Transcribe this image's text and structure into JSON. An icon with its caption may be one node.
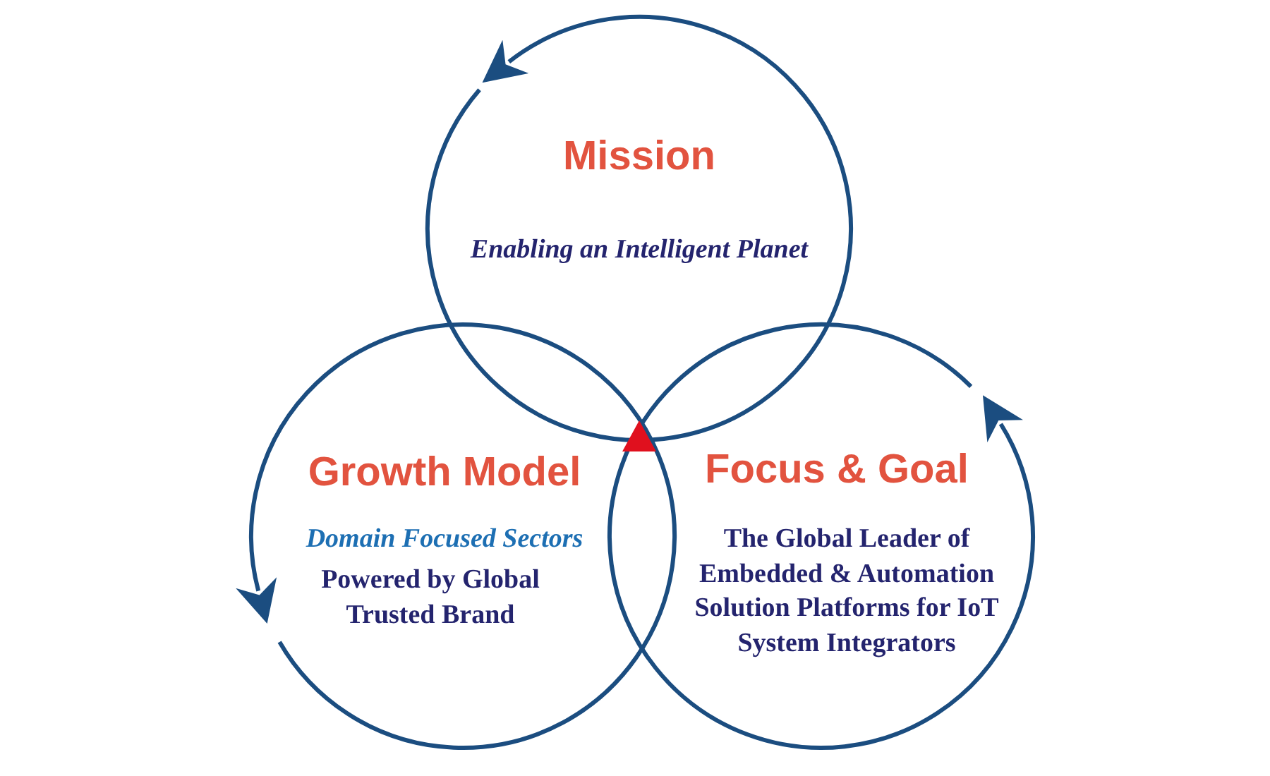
{
  "diagram": {
    "nodes": [
      {
        "text": [
          "Mission",
          "Enabling an Intelligent Planet"
        ]
      },
      {
        "text": [
          "Growth Model",
          "Domain Focused Sectors",
          "Powered by Global Trusted Brand"
        ]
      },
      {
        "text": [
          "Focus & Goal",
          "The Global Leader of Embedded & Automation Solution Platforms for IoT System Integrators"
        ]
      }
    ],
    "edges": []
  }
}
